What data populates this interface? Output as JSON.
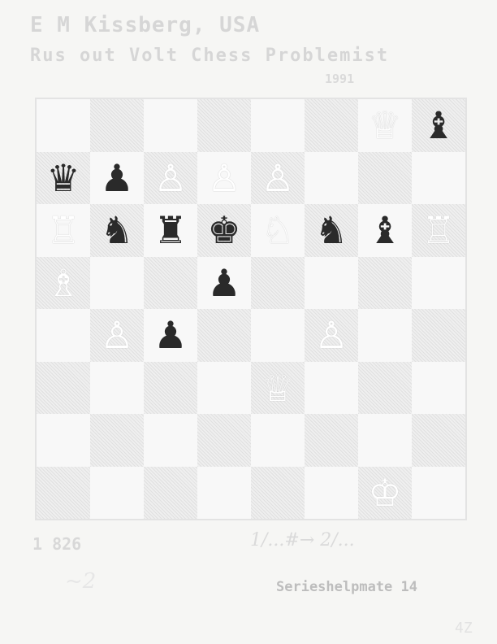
{
  "header": {
    "line1": "E M Kissberg, USA",
    "line2": "Rus out Volt Chess Problemist",
    "line3": "1991"
  },
  "board": {
    "squares": [
      [
        "",
        "",
        "",
        "",
        "",
        "",
        "♕",
        "♝"
      ],
      [
        "♛",
        "♟",
        "♙",
        "♙",
        "♙",
        "",
        "",
        ""
      ],
      [
        "♖",
        "♞",
        "♜",
        "♚",
        "♘",
        "♞",
        "♝",
        "♖"
      ],
      [
        "♗",
        "",
        "",
        "♟",
        "",
        "",
        "",
        ""
      ],
      [
        "",
        "♙",
        "♟",
        "",
        "",
        "♙",
        "",
        ""
      ],
      [
        "",
        "",
        "",
        "",
        "♕",
        "",
        "",
        ""
      ],
      [
        "",
        "",
        "",
        "",
        "",
        "",
        "",
        ""
      ],
      [
        "",
        "",
        "",
        "",
        "",
        "",
        "♔",
        ""
      ]
    ],
    "colors": [
      [
        "",
        "",
        "",
        "",
        "",
        "",
        "w",
        "b"
      ],
      [
        "b",
        "b",
        "w",
        "w",
        "w",
        "",
        "",
        ""
      ],
      [
        "w",
        "b",
        "b",
        "b",
        "w",
        "b",
        "b",
        "w"
      ],
      [
        "w",
        "",
        "",
        "b",
        "",
        "",
        "",
        ""
      ],
      [
        "",
        "w",
        "b",
        "",
        "",
        "w",
        "",
        ""
      ],
      [
        "",
        "",
        "",
        "",
        "w",
        "",
        "",
        ""
      ],
      [
        "",
        "",
        "",
        "",
        "",
        "",
        "",
        ""
      ],
      [
        "",
        "",
        "",
        "",
        "",
        "",
        "w",
        ""
      ]
    ]
  },
  "footer": {
    "problem_number": "1 826",
    "solution": "1/...#→ 2/...",
    "note": "Serieshelpmate 14",
    "scribble": "~2",
    "corner": "4Z"
  }
}
